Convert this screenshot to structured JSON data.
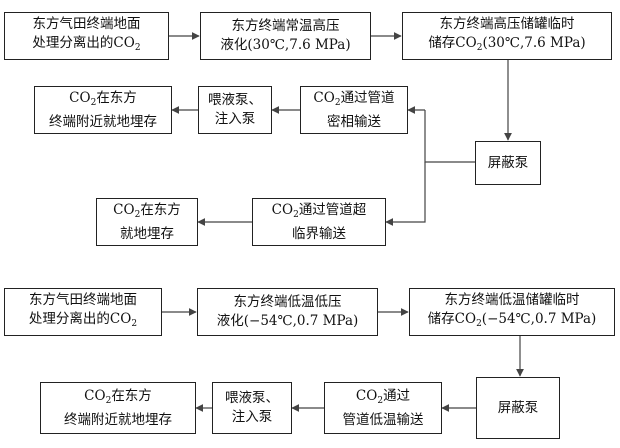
{
  "diagram1": {
    "source": {
      "line1": "东方气田终端地面",
      "line2_pre": "处理分离出的CO",
      "line2_sub": "2"
    },
    "liquefy": {
      "line1": "东方终端常温高压",
      "line2": "液化(30℃,7.6 MPa)"
    },
    "storage": {
      "line1": "东方终端高压储罐临时",
      "line2_pre": "储存CO",
      "line2_sub": "2",
      "line2_post": "(30℃,7.6 MPa)"
    },
    "shield_pump": {
      "label": "屏蔽泵"
    },
    "dense_pipeline": {
      "line1_pre": "CO",
      "line1_sub": "2",
      "line1_post": "通过管道",
      "line2": "密相输送"
    },
    "feed_pump": {
      "line1": "喂液泵、",
      "line2": "注入泵"
    },
    "storage_terminal": {
      "line1_pre": "CO",
      "line1_sub": "2",
      "line1_post": "在东方",
      "line2": "终端附近就地埋存"
    },
    "supercritical_pipeline": {
      "line1_pre": "CO",
      "line1_sub": "2",
      "line1_post": "通过管道超",
      "line2": "临界输送"
    },
    "storage_local": {
      "line1_pre": "CO",
      "line1_sub": "2",
      "line1_post": "在东方",
      "line2": "就地埋存"
    }
  },
  "diagram2": {
    "source": {
      "line1": "东方气田终端地面",
      "line2_pre": "处理分离出的CO",
      "line2_sub": "2"
    },
    "liquefy": {
      "line1": "东方终端低温低压",
      "line2": "液化(−54℃,0.7 MPa)"
    },
    "storage": {
      "line1": "东方终端低温储罐临时",
      "line2_pre": "储存CO",
      "line2_sub": "2",
      "line2_post": "(−54℃,0.7 MPa)"
    },
    "shield_pump": {
      "label": "屏蔽泵"
    },
    "low_temp_pipeline": {
      "line1_pre": "CO",
      "line1_sub": "2",
      "line1_post": "通过",
      "line2": "管道低温输送"
    },
    "feed_pump": {
      "line1": "喂液泵、",
      "line2": "注入泵"
    },
    "storage_terminal": {
      "line1_pre": "CO",
      "line1_sub": "2",
      "line1_post": "在东方",
      "line2": "终端附近就地埋存"
    }
  }
}
